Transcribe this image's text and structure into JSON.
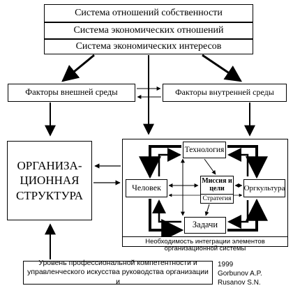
{
  "systems": {
    "ownership": "Система отношений собственности",
    "economic_relations": "Система экономических отношений",
    "economic_interests": "Система экономических интересов"
  },
  "factors": {
    "external": "Факторы внешней среды",
    "internal": "Факторы внутренней среды"
  },
  "org_structure": {
    "line1": "ОРГАНИЗА-",
    "line2": "ЦИОННАЯ",
    "line3": "СТРУКТУРА"
  },
  "elements": {
    "technology": "Технология",
    "human": "Человек",
    "mission": "Миссия и цели",
    "strategy": "Стратегия",
    "culture": "Оргкультура",
    "tasks": "Задачи"
  },
  "integration_note": {
    "line1": "Необходимость интеграции элементов",
    "line2": "организационной системы"
  },
  "competence": "Уровень профессиональной компетентности и управленческого искусства руководства организации и",
  "credit": {
    "year": "1999",
    "author1": "Gorbunov A.P.",
    "author2": "Rusanov S.N."
  }
}
